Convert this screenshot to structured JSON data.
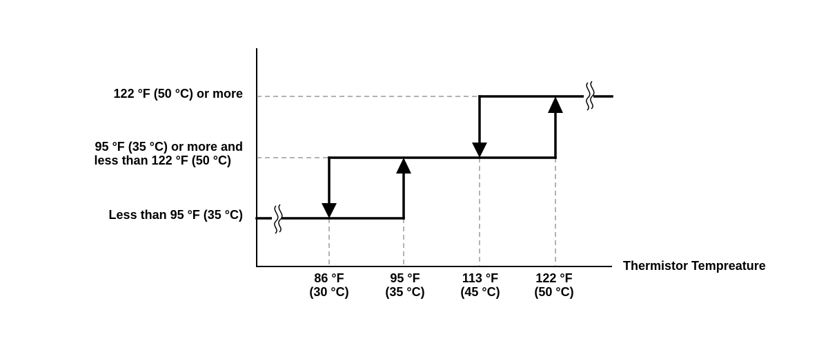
{
  "chart_data": {
    "type": "step-hysteresis",
    "xlabel": "Thermistor Tempreature",
    "x_ticks": [
      {
        "line1": "86 °F",
        "line2": "(30 °C)"
      },
      {
        "line1": "95 °F",
        "line2": "(35 °C)"
      },
      {
        "line1": "113 °F",
        "line2": "(45 °C)"
      },
      {
        "line1": "122 °F",
        "line2": "(50 °C)"
      }
    ],
    "levels": [
      {
        "lines": [
          "Less than 95 °F (35 °C)"
        ]
      },
      {
        "lines": [
          "95 °F (35 °C) or more and",
          "less than 122 °F (50 °C)"
        ]
      },
      {
        "lines": [
          "122 °F (50 °C) or more"
        ]
      }
    ],
    "transitions": [
      {
        "from_level": 0,
        "to_level": 1,
        "at_tick": 1,
        "direction": "up"
      },
      {
        "from_level": 1,
        "to_level": 0,
        "at_tick": 0,
        "direction": "down"
      },
      {
        "from_level": 1,
        "to_level": 2,
        "at_tick": 3,
        "direction": "up"
      },
      {
        "from_level": 2,
        "to_level": 1,
        "at_tick": 2,
        "direction": "down"
      }
    ]
  }
}
